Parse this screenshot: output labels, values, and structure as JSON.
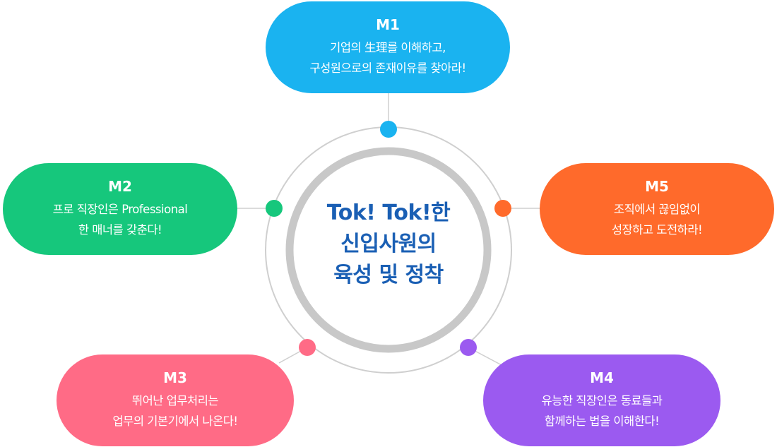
{
  "center": {
    "lines": [
      "Tok! Tok!한",
      "신입사원의",
      "육성 및 정착"
    ],
    "color": "#1a5fb4"
  },
  "nodes": [
    {
      "id": "m1",
      "code": "M1",
      "lines": [
        "기업의 生理를 이해하고,",
        "구성원으로의 존재이유를 찾아라!"
      ],
      "color": "#1ab3f0"
    },
    {
      "id": "m2",
      "code": "M2",
      "lines": [
        "프로 직장인은 Professional",
        "한 매너를 갖춘다!"
      ],
      "color": "#16c77c"
    },
    {
      "id": "m3",
      "code": "M3",
      "lines": [
        "뛰어난 업무처리는",
        "업무의 기본기에서 나온다!"
      ],
      "color": "#ff6b86"
    },
    {
      "id": "m4",
      "code": "M4",
      "lines": [
        "유능한 직장인은 동료들과",
        "함께하는 법을 이해한다!"
      ],
      "color": "#9b5af0"
    },
    {
      "id": "m5",
      "code": "M5",
      "lines": [
        "조직에서 끊임없이",
        "성장하고 도전하라!"
      ],
      "color": "#ff6a2b"
    }
  ],
  "ring_colors": {
    "outer": "#cfcfcf",
    "inner": "#c8c8c8"
  }
}
